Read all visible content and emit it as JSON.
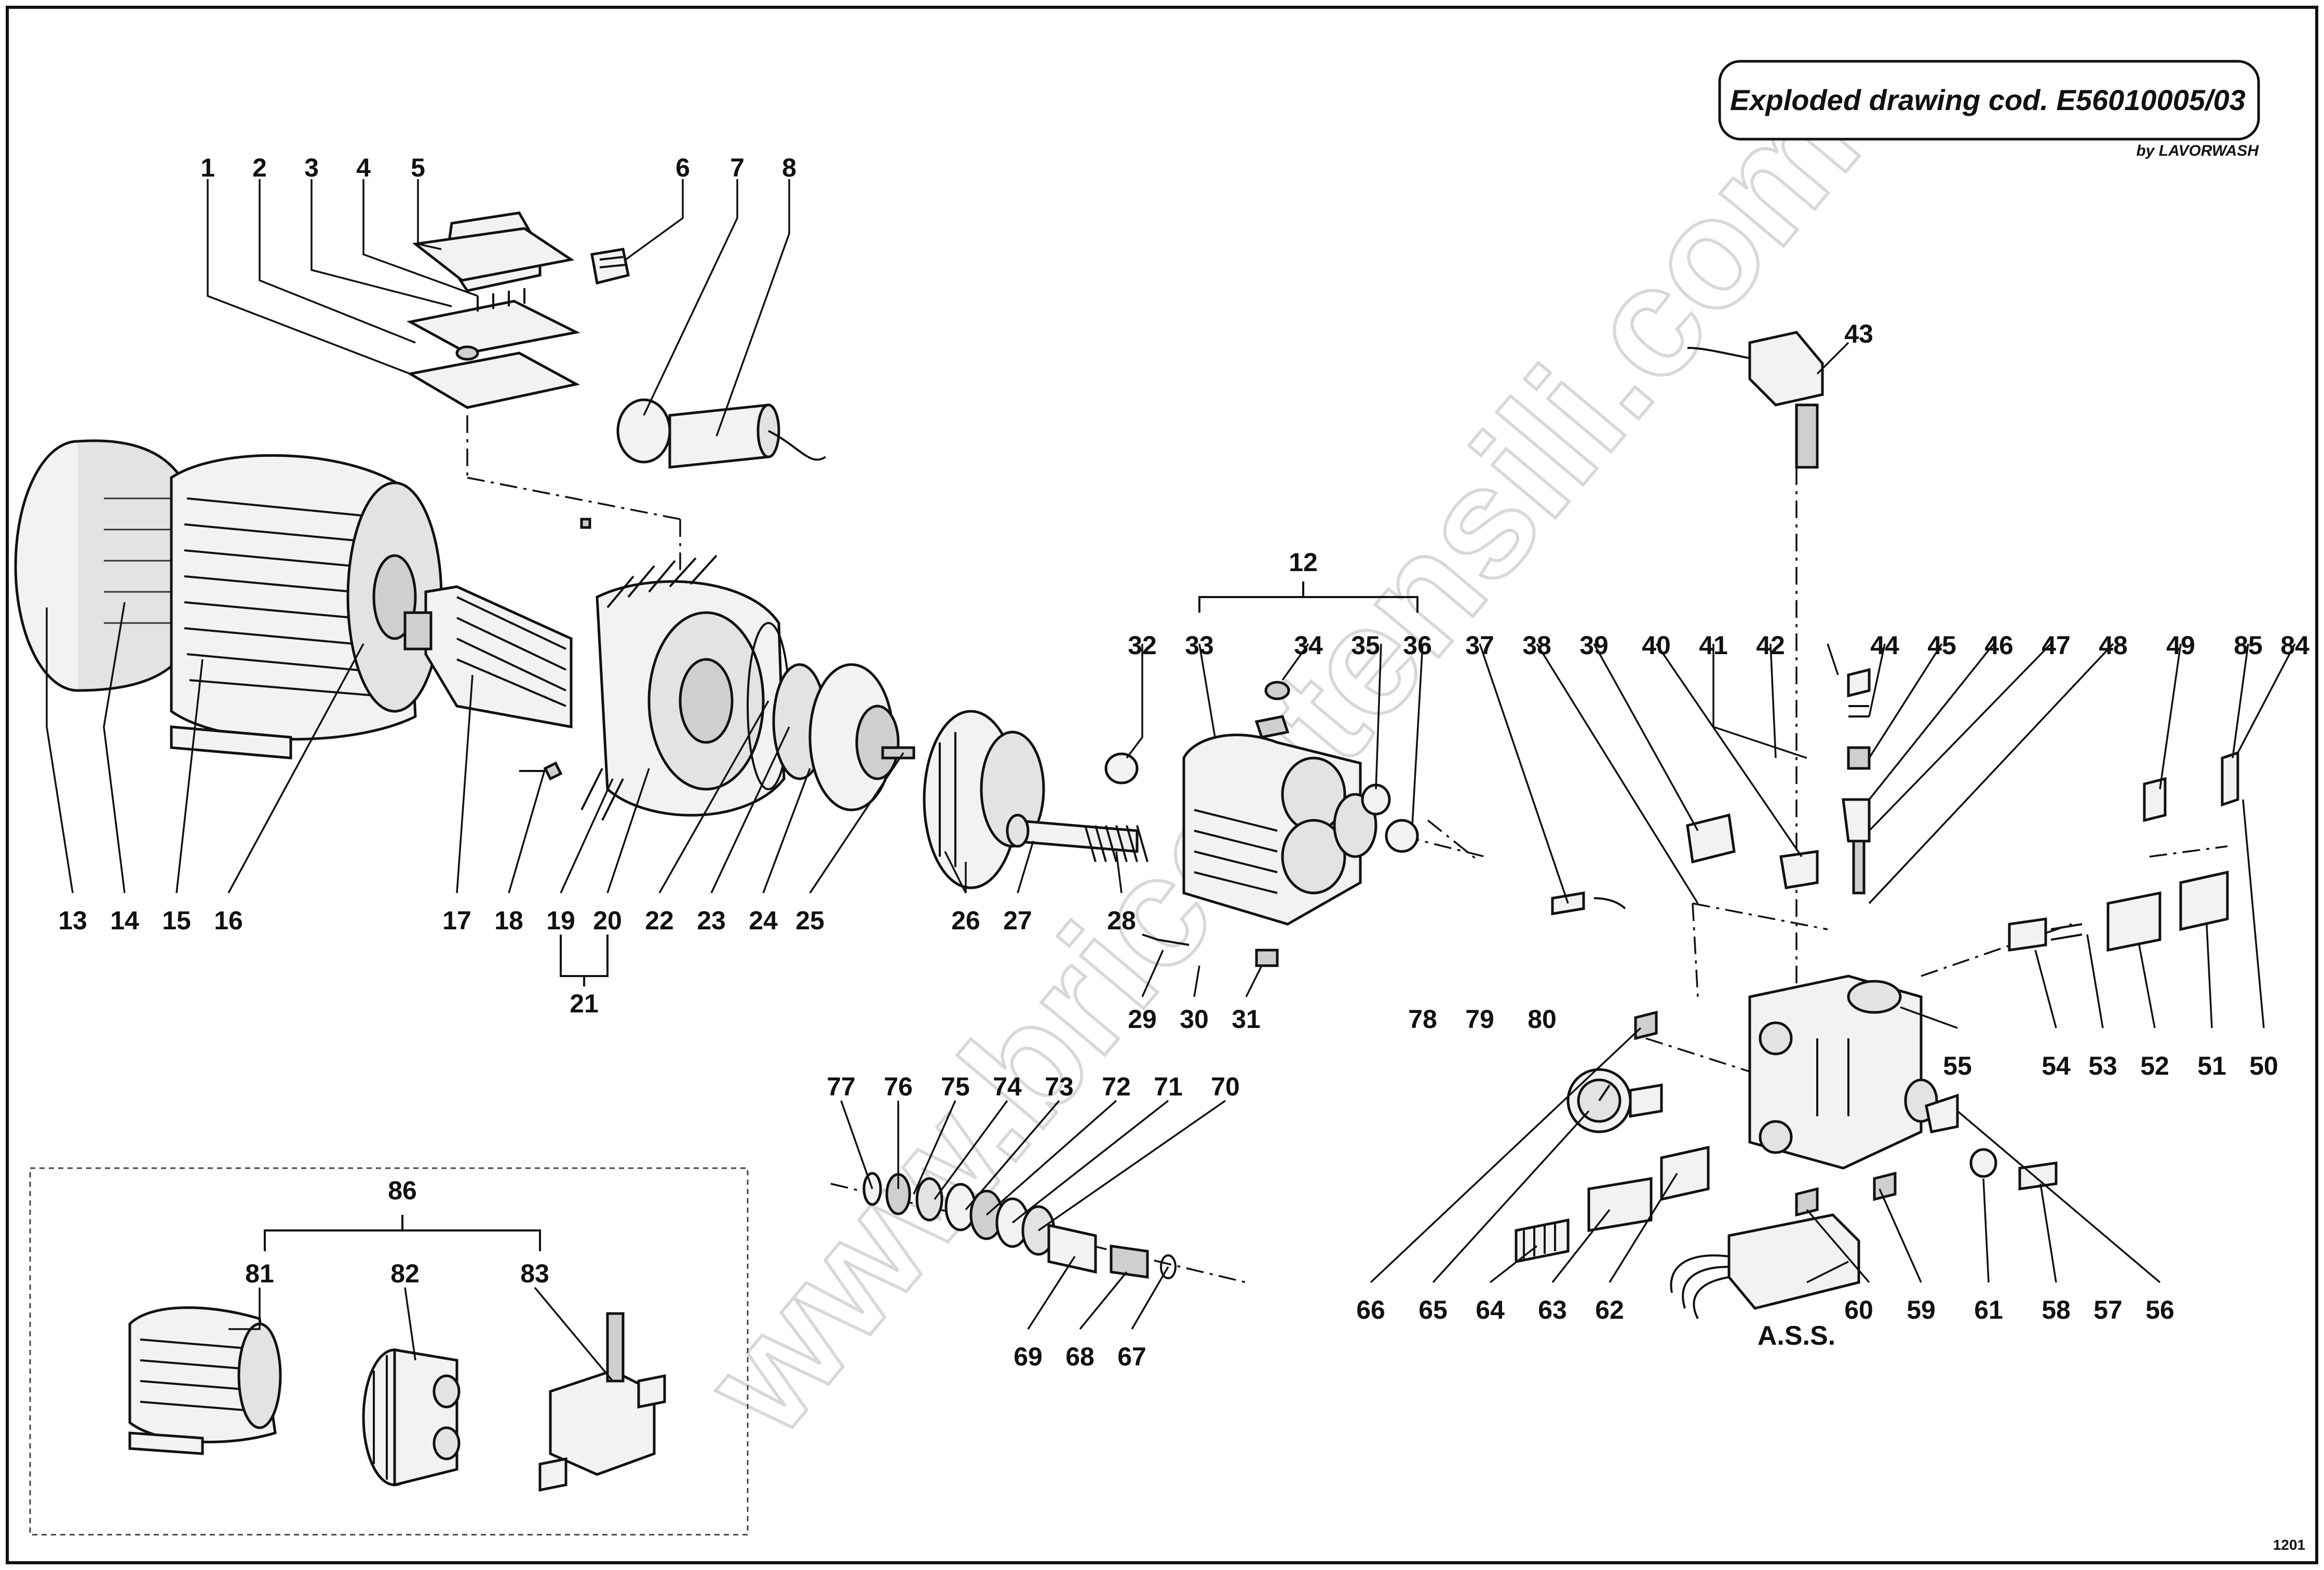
{
  "header": {
    "title": "Exploded drawing cod. E56010005/03",
    "brand": "by LAVORWASH"
  },
  "watermark": "www.bricoutensili.com",
  "sheet_code": "1201",
  "ass_label": "A.S.S.",
  "callouts": {
    "c1": "1",
    "c2": "2",
    "c3": "3",
    "c4": "4",
    "c5": "5",
    "c6": "6",
    "c7": "7",
    "c8": "8",
    "c12": "12",
    "c13": "13",
    "c14": "14",
    "c15": "15",
    "c16": "16",
    "c17": "17",
    "c18": "18",
    "c19": "19",
    "c20": "20",
    "c21": "21",
    "c22": "22",
    "c23": "23",
    "c24": "24",
    "c25": "25",
    "c26": "26",
    "c27": "27",
    "c28": "28",
    "c29": "29",
    "c30": "30",
    "c31": "31",
    "c32": "32",
    "c33": "33",
    "c34": "34",
    "c35": "35",
    "c36": "36",
    "c37": "37",
    "c38": "38",
    "c39": "39",
    "c40": "40",
    "c41": "41",
    "c42": "42",
    "c43": "43",
    "c44": "44",
    "c45": "45",
    "c46": "46",
    "c47": "47",
    "c48": "48",
    "c49": "49",
    "c50": "50",
    "c51": "51",
    "c52": "52",
    "c53": "53",
    "c54": "54",
    "c55": "55",
    "c56": "56",
    "c57": "57",
    "c58": "58",
    "c59": "59",
    "c60": "60",
    "c61": "61",
    "c62": "62",
    "c63": "63",
    "c64": "64",
    "c65": "65",
    "c66": "66",
    "c67": "67",
    "c68": "68",
    "c69": "69",
    "c70": "70",
    "c71": "71",
    "c72": "72",
    "c73": "73",
    "c74": "74",
    "c75": "75",
    "c76": "76",
    "c77": "77",
    "c78": "78",
    "c79": "79",
    "c80": "80",
    "c81": "81",
    "c82": "82",
    "c83": "83",
    "c84": "84",
    "c85": "85",
    "c86": "86"
  }
}
